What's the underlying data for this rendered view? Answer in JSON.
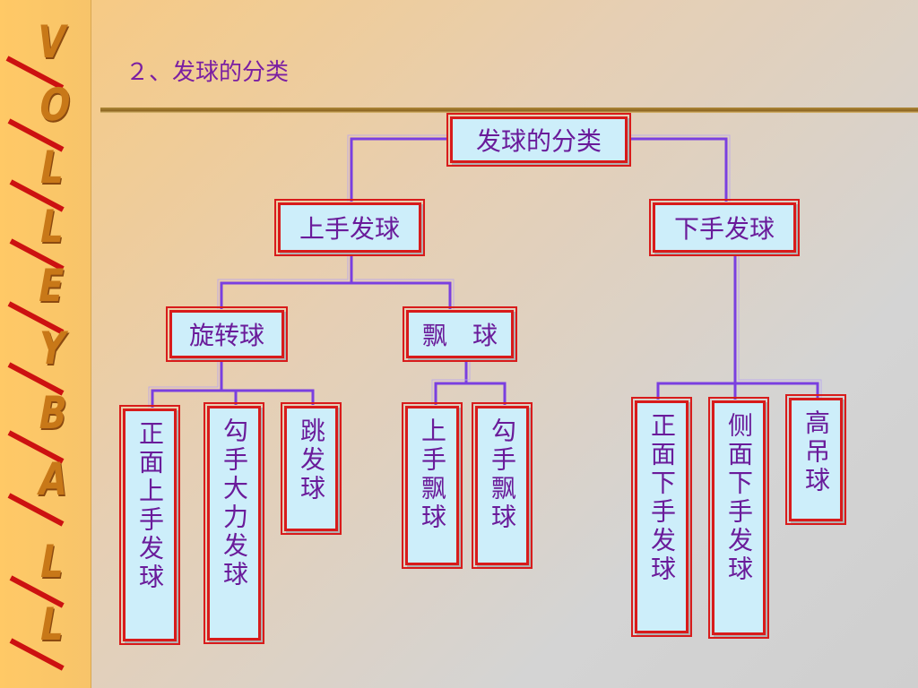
{
  "slide": {
    "title": "２、发球的分类",
    "side_letters": [
      "V",
      "O",
      "L",
      "L",
      "E",
      "Y",
      "B",
      "A",
      "L",
      "L"
    ]
  },
  "diagram": {
    "root": "发球的分类",
    "overhand": "上手发球",
    "underhand": "下手发球",
    "spin": "旋转球",
    "float": "飘　球",
    "leaves": {
      "front_overhand": "正面上手发球",
      "hook_power": "勾手大力发球",
      "jump": "跳发球",
      "overhand_float": "上手飘球",
      "hook_float": "勾手飘球",
      "front_underhand": "正面下手发球",
      "side_underhand": "侧面下手发球",
      "high_lob": "高吊球"
    }
  },
  "colors": {
    "box_fill": "#cdeefa",
    "box_border": "#d81b1b",
    "text": "#6a1b9a",
    "connector": "#7a3fe0"
  }
}
